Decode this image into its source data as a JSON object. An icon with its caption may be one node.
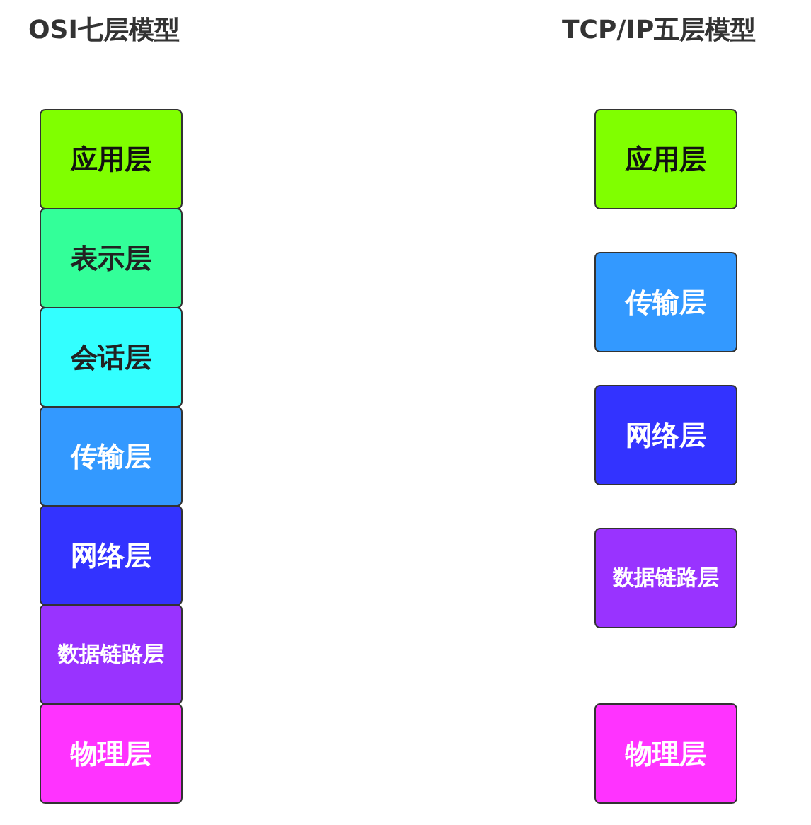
{
  "diagram": {
    "nodes": [
      {
        "text": [
          "应用层"
        ]
      },
      {
        "text": [
          "表示层"
        ]
      },
      {
        "text": [
          "会话层"
        ]
      },
      {
        "text": [
          "传输层"
        ]
      },
      {
        "text": [
          "网络层"
        ]
      },
      {
        "text": [
          "数据链路层"
        ]
      },
      {
        "text": [
          "物理层"
        ]
      },
      {
        "text": [
          "应用层"
        ]
      },
      {
        "text": [
          "传输层"
        ]
      },
      {
        "text": [
          "网络层"
        ]
      },
      {
        "text": [
          "数据链路层"
        ]
      },
      {
        "text": [
          "物理层"
        ]
      }
    ],
    "labels": [
      "OSI七层模型",
      "TCP/IP五层模型"
    ]
  }
}
